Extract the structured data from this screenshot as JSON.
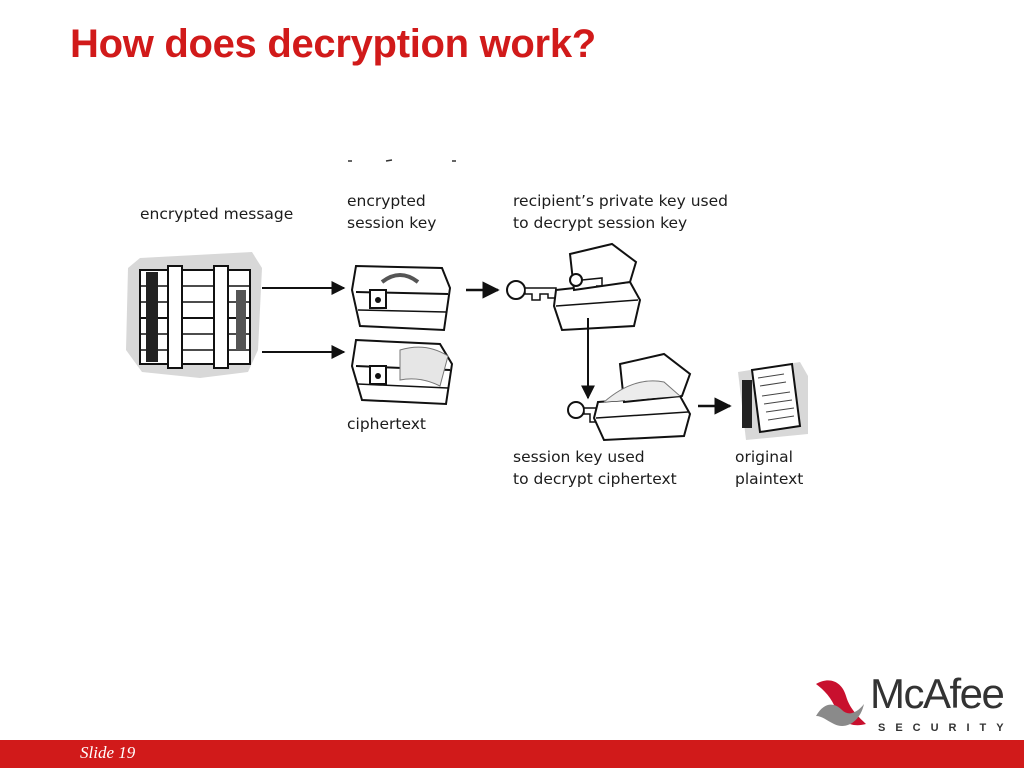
{
  "slide": {
    "title": "How does decryption work?",
    "number_label": "Slide 19"
  },
  "diagram": {
    "labels": {
      "encrypted_message": "encrypted message",
      "encrypted_session_key_1": "encrypted",
      "encrypted_session_key_2": "session key",
      "private_key_1": "recipient’s private key used",
      "private_key_2": "to decrypt session key",
      "ciphertext": "ciphertext",
      "session_key_used_1": "session key used",
      "session_key_used_2": "to decrypt ciphertext",
      "plaintext_1": "original",
      "plaintext_2": "plaintext"
    },
    "icons": [
      "bundled-briefcases-icon",
      "locked-briefcase-icon",
      "key-icon",
      "open-briefcase-icon",
      "document-icon",
      "arrow-icon"
    ]
  },
  "logo": {
    "brand": "McAfee",
    "tagline": "SECURITY"
  },
  "colors": {
    "accent": "#d11a1a",
    "text": "#1c1c1c"
  }
}
